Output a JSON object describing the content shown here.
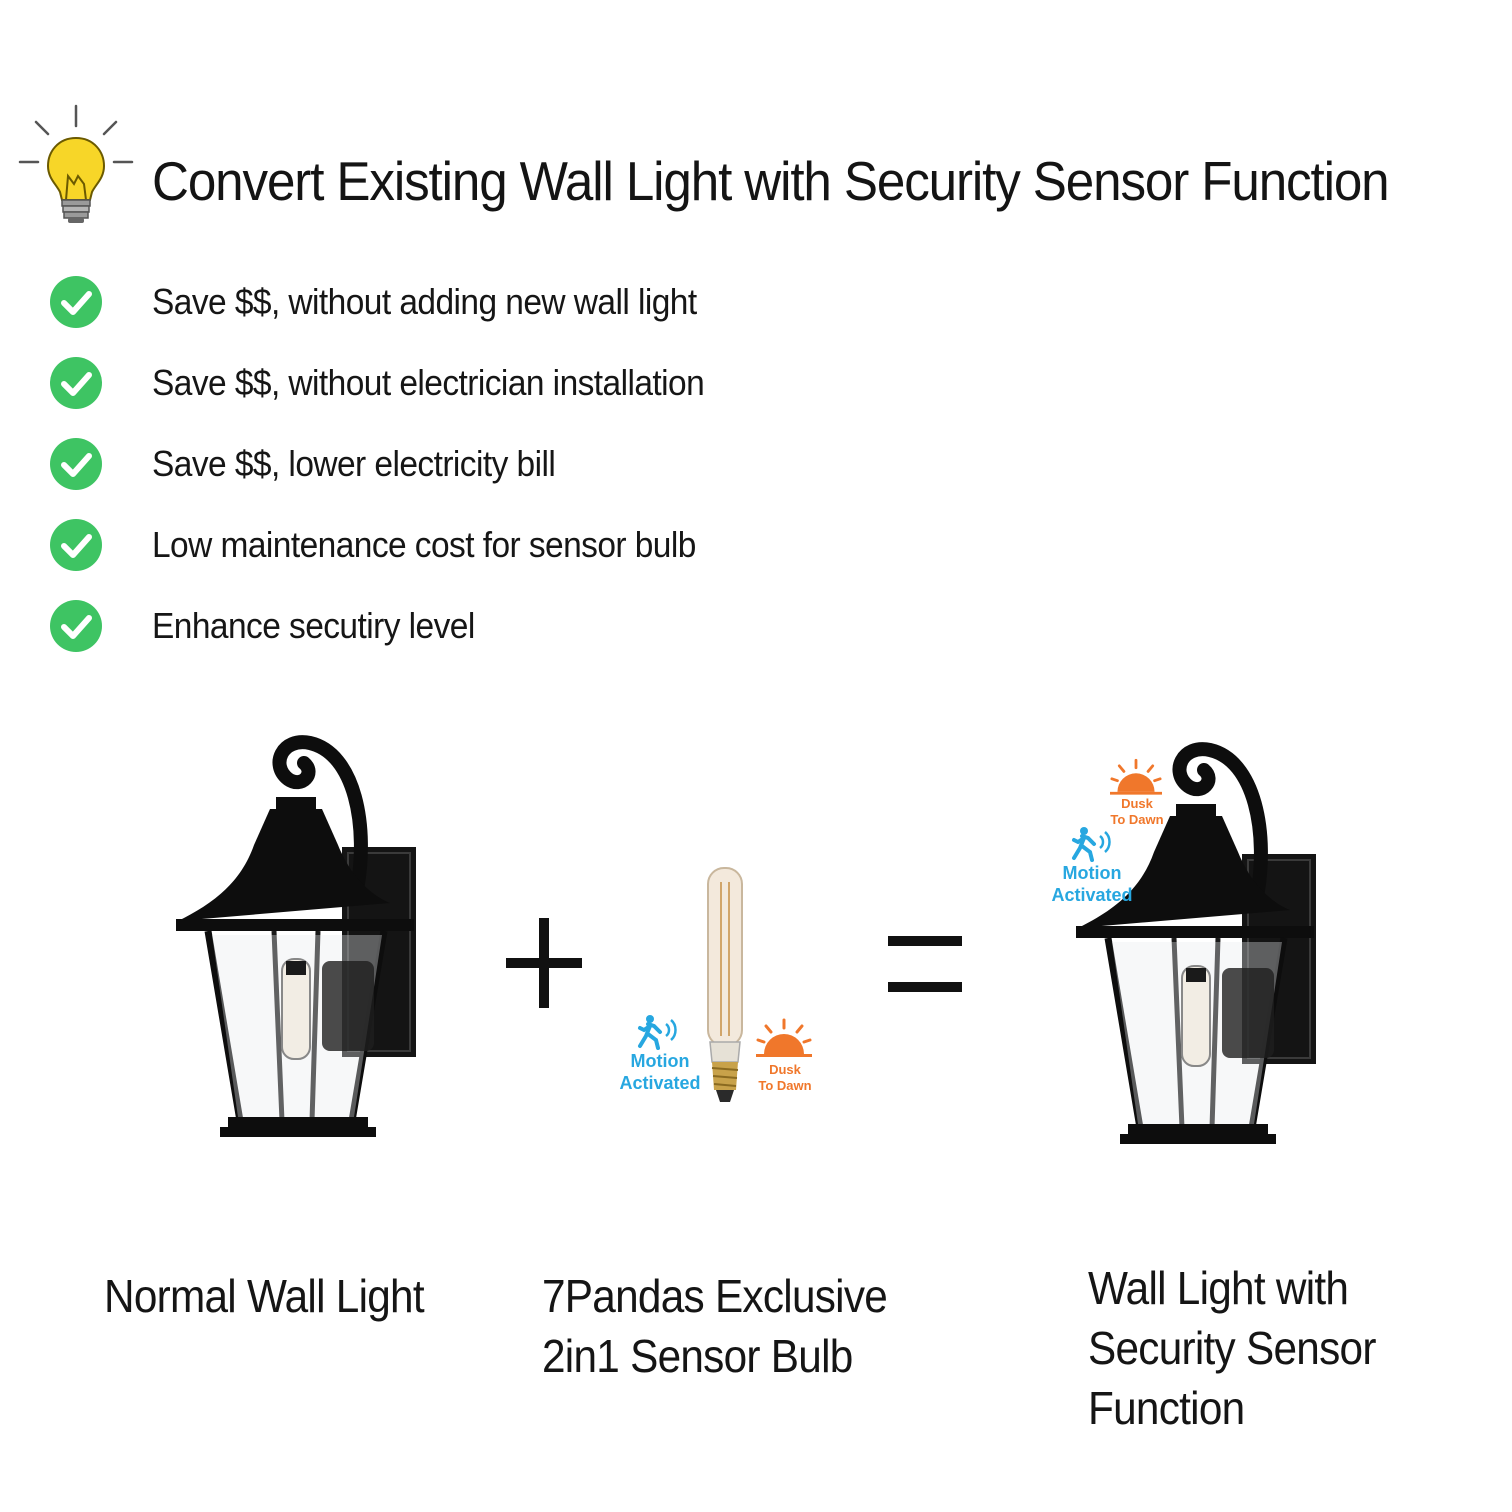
{
  "header": {
    "title": "Convert Existing Wall Light with Security Sensor Function",
    "icon": "lightbulb-icon",
    "icon_color": "#f7d628"
  },
  "benefits": [
    {
      "text": "Save $$, without adding new wall light",
      "icon": "check-circle-icon"
    },
    {
      "text": "Save $$, without electrician installation",
      "icon": "check-circle-icon"
    },
    {
      "text": "Save $$, lower electricity bill",
      "icon": "check-circle-icon"
    },
    {
      "text": "Low maintenance cost for sensor bulb",
      "icon": "check-circle-icon"
    },
    {
      "text": "Enhance secutiry level",
      "icon": "check-circle-icon"
    }
  ],
  "equation": {
    "plus": "plus-icon",
    "equals": "equals-icon"
  },
  "products": {
    "normal": {
      "label": "Normal Wall Light"
    },
    "bulb": {
      "label_line1": "7Pandas Exclusive",
      "label_line2": "2in1 Sensor Bulb",
      "motion_line1": "Motion",
      "motion_line2": "Activated",
      "dusk_line1": "Dusk",
      "dusk_line2": "To Dawn"
    },
    "result": {
      "label_line1": "Wall Light with",
      "label_line2": "Security Sensor",
      "label_line3": "Function",
      "motion_line1": "Motion",
      "motion_line2": "Activated",
      "dusk_line1": "Dusk",
      "dusk_line2": "To Dawn"
    }
  },
  "colors": {
    "check_green": "#3ec463",
    "motion_blue": "#27a7e0",
    "dusk_orange": "#f0772b",
    "lamp_black": "#0d0d0d"
  }
}
